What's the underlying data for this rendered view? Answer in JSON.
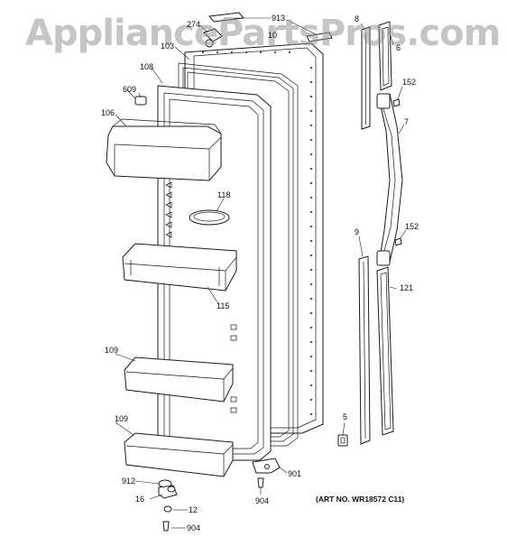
{
  "watermark": "AppliancePartsPros.com",
  "art_number": "(ART NO. WR18572 C11)",
  "callouts": {
    "c913": "913",
    "c274": "274",
    "c10x": "10",
    "c103": "103",
    "c108": "108",
    "c609": "609",
    "c106": "106",
    "c118": "118",
    "c115": "115",
    "c109a": "109",
    "c109b": "109",
    "c912": "912",
    "c16": "16",
    "c12": "12",
    "c904a": "904",
    "c904b": "904",
    "c901": "901",
    "c8": "8",
    "c6": "6",
    "c152a": "152",
    "c7": "7",
    "c152b": "152",
    "c9": "9",
    "c121": "121",
    "c5": "5"
  }
}
